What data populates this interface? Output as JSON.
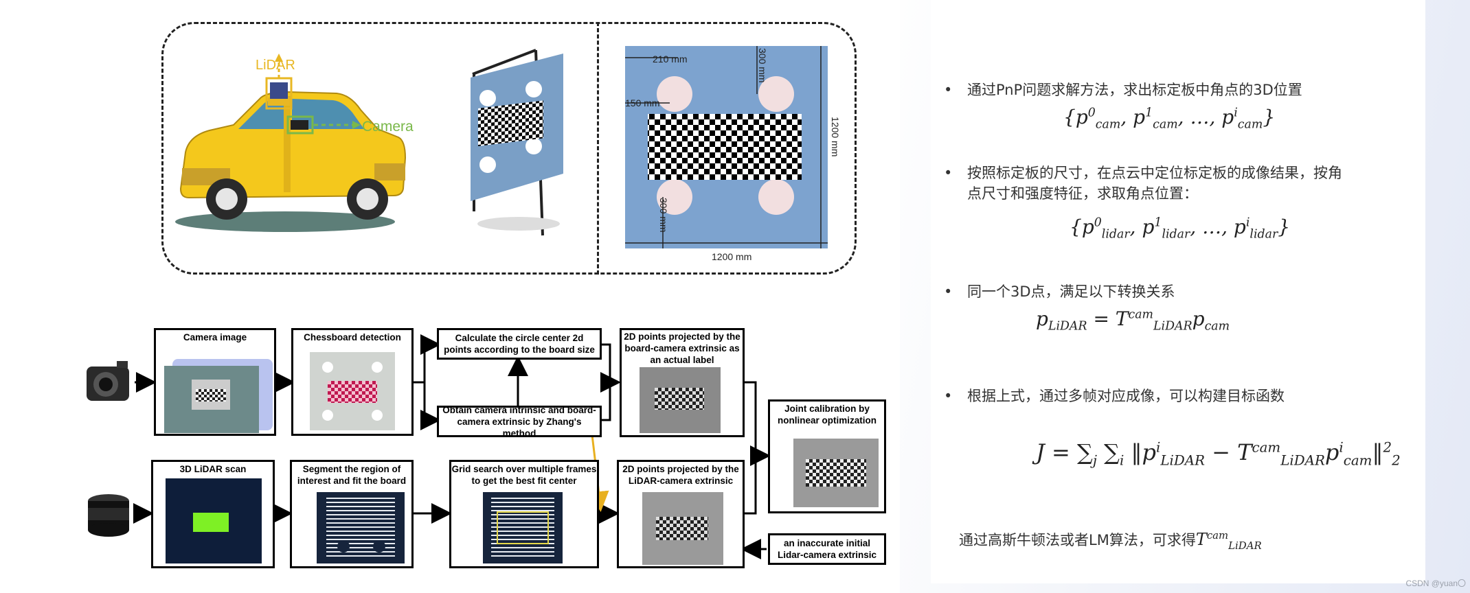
{
  "scene": {
    "lidar_label": "LiDAR",
    "camera_label": "Camera",
    "dims": {
      "d210": "210 mm",
      "d300_top": "300 mm",
      "d150": "150 mm",
      "d1200_right": "1200 mm",
      "d300_bottom": "300 mm",
      "d1200_bottom": "1200 mm"
    }
  },
  "flow": {
    "camera_image": "Camera image",
    "chessboard_detection": "Chessboard detection",
    "circle_center": "Calculate the circle center 2d points according to the board size",
    "zhang": "Obtain camera intrinsic and board-camera extrinsic by Zhang's method",
    "projected_board": "2D points projected by the board-camera extrinsic as an actual label",
    "joint_calibration": "Joint calibration by nonlinear optimization",
    "lidar_scan": "3D LiDAR scan",
    "segment": "Segment the region of interest and fit the board",
    "grid_search": "Grid search over multiple frames to get the best fit center",
    "projected_lidar": "2D points projected by the LiDAR-camera extrinsic",
    "inaccurate": "an inaccurate initial Lidar-camera extrinsic"
  },
  "text": {
    "b1": "通过PnP问题求解方法，求出标定板中角点的3D位置",
    "b2_line1": "按照标定板的尺寸，在点云中定位标定板的成像结果，按角",
    "b2_line2": "点尺寸和强度特征，求取角点位置：",
    "b3": "同一个3D点，满足以下转换关系",
    "b4": "根据上式，通过多帧对应成像，可以构建目标函数",
    "conclusion": "通过高斯牛顿法或者LM算法，可求得",
    "bullet_char": "•"
  },
  "credit": "CSDN @yuan〇"
}
